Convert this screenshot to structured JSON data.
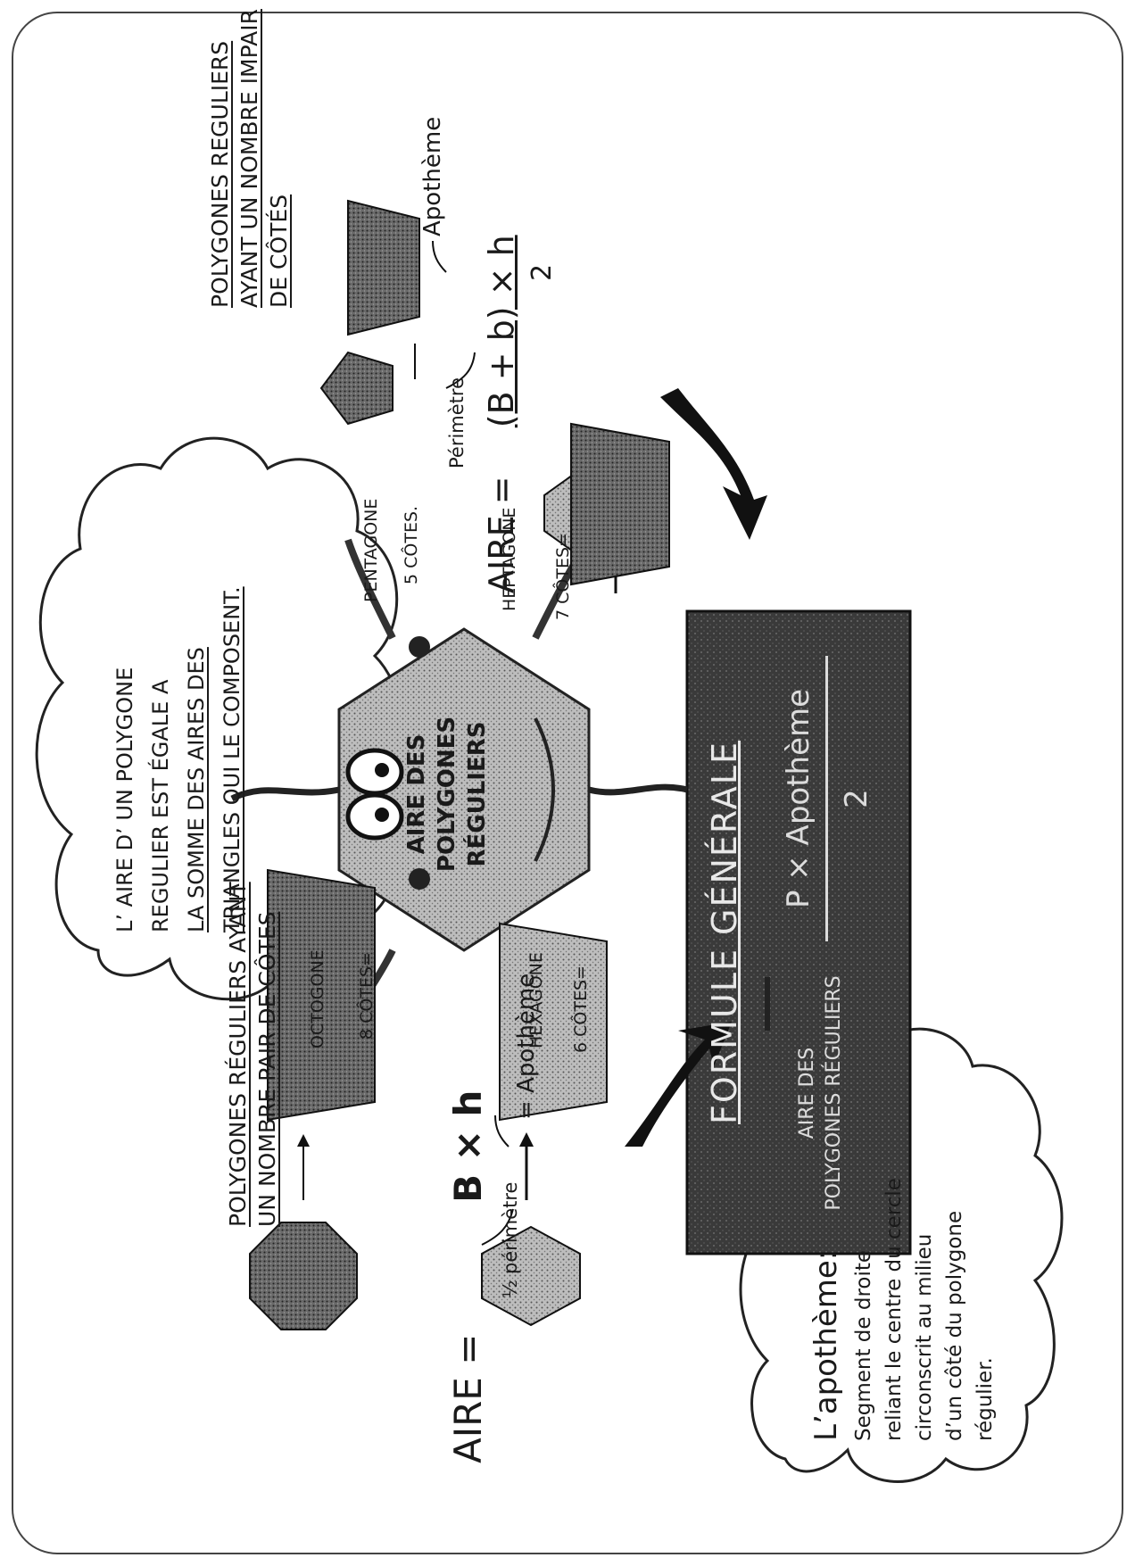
{
  "title_even": {
    "line1": "POLYGONES RÉGULIERS AYANT",
    "line2": "UN NOMBRE PAIR DE CÔTES"
  },
  "title_odd": {
    "line1": "POLYGONES REGULIERS",
    "line2": "AYANT UN NOMBRE IMPAIR",
    "line3": "DE CÔTÉS"
  },
  "cloud_top": {
    "line1": "L’ AIRE D’ UN POLYGONE",
    "line2": "REGULIER EST ÉGALE A",
    "line3": "LA SOMME DES AIRES DES",
    "line4": "TRIANGLES QUI LE COMPOSENT."
  },
  "cloud_bottom": {
    "title": "L’apothème:",
    "line1": "Segment de droite",
    "line2": "reliant le centre du cercle",
    "line3": "circonscrit au milieu",
    "line4": "d’un côté du polygone",
    "line5": "régulier."
  },
  "formula_even": {
    "aire": "AIRE =",
    "expr": "B × h",
    "half": "½ périmètre",
    "apotheme": "= Apothème"
  },
  "formula_odd": {
    "aire": "AIRE =",
    "numerator": "(B + b) × h",
    "denominator": "2",
    "perimetre": "Périmètre",
    "apotheme": "Apothème"
  },
  "center": {
    "line1": "AIRE DES",
    "line2": "POLYGONES",
    "line3": "RÉGULIERS"
  },
  "branches": {
    "pentagone": "PENTAGONE",
    "pentagone_sides": "5 CÔTES.",
    "heptagone": "HEPTAGONE",
    "heptagone_sides": "7 CÔTES=",
    "octogone": "OCTOGONE",
    "octogone_sides": "8 CÔTES=",
    "hexagone": "HEXAGONE",
    "hexagone_sides": "6 CÔTES="
  },
  "box": {
    "title": "FORMULE GÉNÉRALE",
    "left_line1": "AIRE DES",
    "left_line2": "POLYGONES RÉGULIERS",
    "numerator": "P × Apothème",
    "denominator": "2"
  }
}
